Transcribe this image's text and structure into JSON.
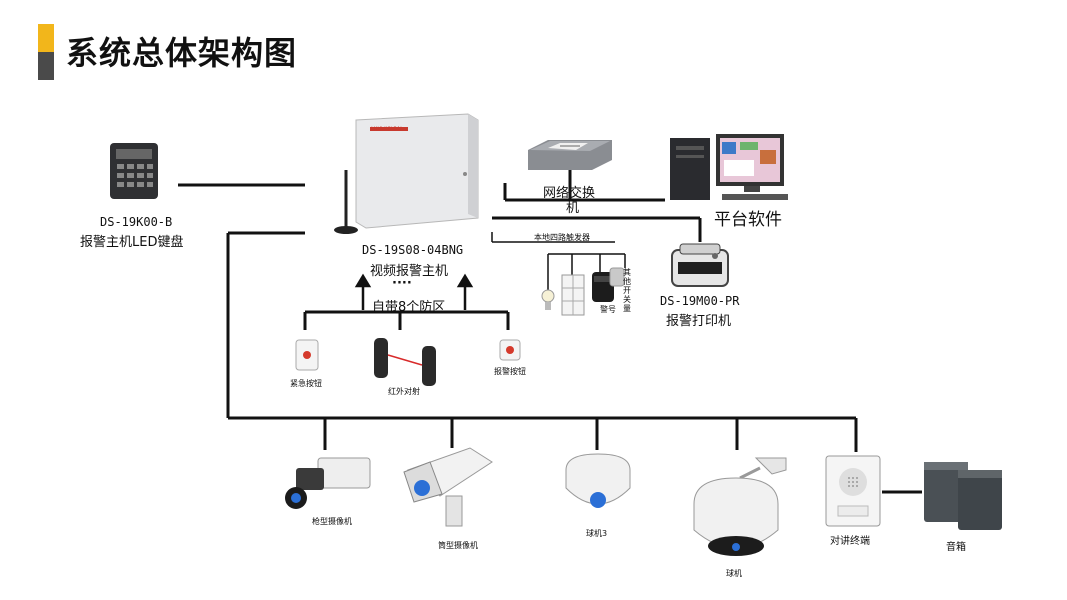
{
  "header": {
    "title": "系统总体架构图",
    "accent_color": "#f2b61b",
    "dark_color": "#4a4a4a"
  },
  "keypad": {
    "model": "DS-19K00-B",
    "name": "报警主机LED键盘"
  },
  "host": {
    "model": "DS-19S08-04BNG",
    "name": "视频报警主机",
    "dots": "····",
    "zones": "自带8个防区",
    "brand": "HIKVISION"
  },
  "switch": {
    "name_line1": "网络交换",
    "name_line2": "机"
  },
  "platform": {
    "name": "平台软件"
  },
  "relay": {
    "title": "本地四路触发器",
    "siren": "警号",
    "other": "其他开关量"
  },
  "printer": {
    "model": "DS-19M00-PR",
    "name": "报警打印机"
  },
  "sensors": {
    "panic": "紧急按钮",
    "beam": "红外对射",
    "alarm_button": "报警按钮"
  },
  "cameras": {
    "box": "枪型摄像机",
    "bullet": "筒型摄像机",
    "dome3": "球机3",
    "ptz": "球机",
    "intercom": "对讲终端",
    "speaker": "音箱"
  }
}
